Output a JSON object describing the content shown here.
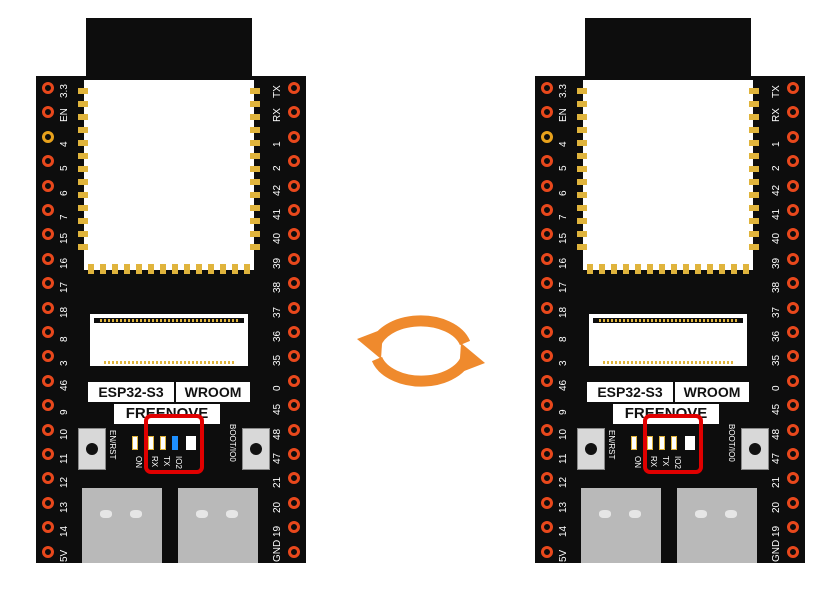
{
  "boards": [
    {
      "id": "left",
      "chip_label": "ESP32-S3",
      "module_label": "WROOM",
      "brand_label": "FREENOVE",
      "left_pins": [
        "3.3",
        "EN",
        "4",
        "5",
        "6",
        "7",
        "15",
        "16",
        "17",
        "18",
        "8",
        "3",
        "46",
        "9",
        "10",
        "11",
        "12",
        "13",
        "14",
        "5V"
      ],
      "right_pins": [
        "TX",
        "RX",
        "1",
        "2",
        "42",
        "41",
        "40",
        "39",
        "38",
        "37",
        "36",
        "35",
        "0",
        "45",
        "48",
        "47",
        "21",
        "20",
        "19",
        "GND"
      ],
      "button_left_label": "EN/RST",
      "button_right_label": "BOOT/IO0",
      "led_labels": [
        "ON",
        "RX",
        "TX",
        "IO2"
      ],
      "led_state": "io2-blue-on"
    },
    {
      "id": "right",
      "chip_label": "ESP32-S3",
      "module_label": "WROOM",
      "brand_label": "FREENOVE",
      "left_pins": [
        "3.3",
        "EN",
        "4",
        "5",
        "6",
        "7",
        "15",
        "16",
        "17",
        "18",
        "8",
        "3",
        "46",
        "9",
        "10",
        "11",
        "12",
        "13",
        "14",
        "5V"
      ],
      "right_pins": [
        "TX",
        "RX",
        "1",
        "2",
        "42",
        "41",
        "40",
        "39",
        "38",
        "37",
        "36",
        "35",
        "0",
        "45",
        "48",
        "47",
        "21",
        "20",
        "19",
        "GND"
      ],
      "button_left_label": "EN/RST",
      "button_right_label": "BOOT/IO0",
      "led_labels": [
        "ON",
        "RX",
        "TX",
        "IO2"
      ],
      "led_state": "io2-off"
    }
  ],
  "center_icon": "refresh-cycle-icon",
  "colors": {
    "pcb": "#0d0d0d",
    "pin_ring": "#e8481c",
    "gold": "#e0b43c",
    "highlight": "#e00000",
    "arrow": "#ef8a2d",
    "led_on": "#1e90ff"
  }
}
